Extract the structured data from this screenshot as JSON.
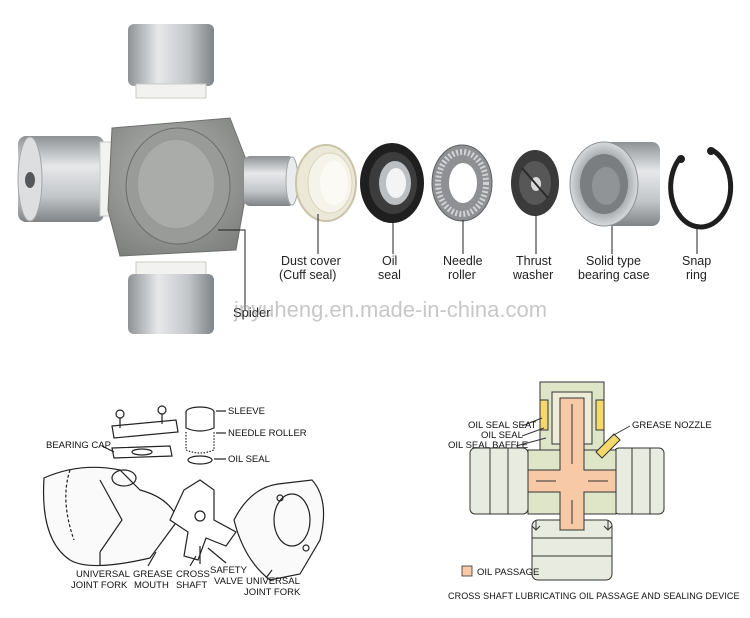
{
  "watermark": "jnyuheng.en.made-in-china.com",
  "photo": {
    "spider": "Spider",
    "parts": [
      {
        "line1": "Dust cover",
        "line2": "(Cuff seal)"
      },
      {
        "line1": "Oil",
        "line2": "seal"
      },
      {
        "line1": "Needle",
        "line2": "roller"
      },
      {
        "line1": "Thrust",
        "line2": "washer"
      },
      {
        "line1": "Solid type",
        "line2": "bearing case"
      },
      {
        "line1": "Snap",
        "line2": "ring"
      }
    ]
  },
  "exploded": {
    "sleeve": "SLEEVE",
    "needle_roller": "NEEDLE ROLLER",
    "oil_seal": "OIL SEAL",
    "bearing_cap": "BEARING CAP",
    "universal_joint_fork_left_1": "UNIVERSAL",
    "universal_joint_fork_left_2": "JOINT FORK",
    "grease_mouth_1": "GREASE",
    "grease_mouth_2": "MOUTH",
    "cross_shaft_1": "CROSS",
    "cross_shaft_2": "SHAFT",
    "safety_valve_1": "SAFETY",
    "safety_valve_2": "VALVE",
    "universal_joint_fork_right_1": "UNIVERSAL",
    "universal_joint_fork_right_2": "JOINT FORK"
  },
  "section": {
    "oil_seal_seat": "OIL SEAL SEAT",
    "oil_seal": "OIL SEAL",
    "oil_seal_baffle": "OIL SEAL BAFFLE",
    "grease_nozzle": "GREASE NOZZLE",
    "legend": "OIL PASSAGE",
    "caption": "CROSS SHAFT LUBRICATING OIL PASSAGE AND SEALING DEVICE"
  },
  "colors": {
    "metal": "#b9bcbf",
    "seal_black": "#222222",
    "oil_passage": "#f7c9a6",
    "body_green": "#dfe6c8"
  }
}
